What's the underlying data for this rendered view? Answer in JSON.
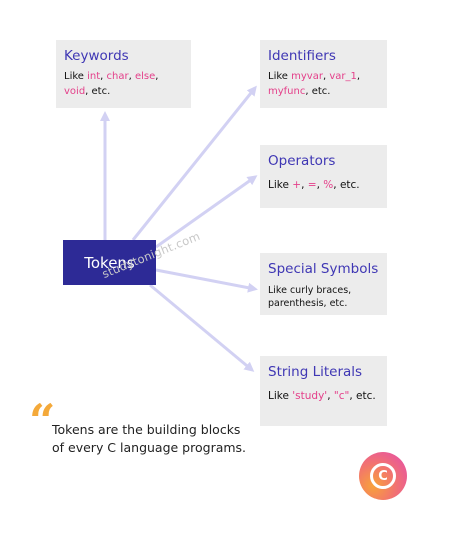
{
  "center": {
    "label": "Tokens"
  },
  "cards": {
    "keywords": {
      "title": "Keywords",
      "prefix": "Like ",
      "items": [
        "int",
        "char",
        "else",
        "void"
      ],
      "suffix": ", etc."
    },
    "identifiers": {
      "title": "Identifiers",
      "prefix": "Like ",
      "items": [
        "myvar",
        "var_1",
        "myfunc"
      ],
      "suffix": ", etc."
    },
    "operators": {
      "title": "Operators",
      "prefix": "Like ",
      "items": [
        "+",
        "=",
        "%"
      ],
      "suffix": ", etc."
    },
    "special_symbols": {
      "title": "Special Symbols",
      "body_line1": "Like curly braces,",
      "body_line2": "parenthesis, etc."
    },
    "string_literals": {
      "title": "String Literals",
      "prefix": "Like ",
      "items": [
        "'study'",
        "\"c\""
      ],
      "suffix": ", etc."
    }
  },
  "watermark": "studytonight.com",
  "quote": {
    "mark": "“",
    "text": "Tokens are the building blocks of every C language programs."
  },
  "logo": {
    "letter": "C"
  },
  "colors": {
    "title": "#3f37b4",
    "highlight": "#e4408a",
    "tokens_bg": "#2d2a96",
    "card_bg": "#ececec",
    "arrow": "#d2d1f3",
    "quote_mark": "#f4a93a"
  }
}
